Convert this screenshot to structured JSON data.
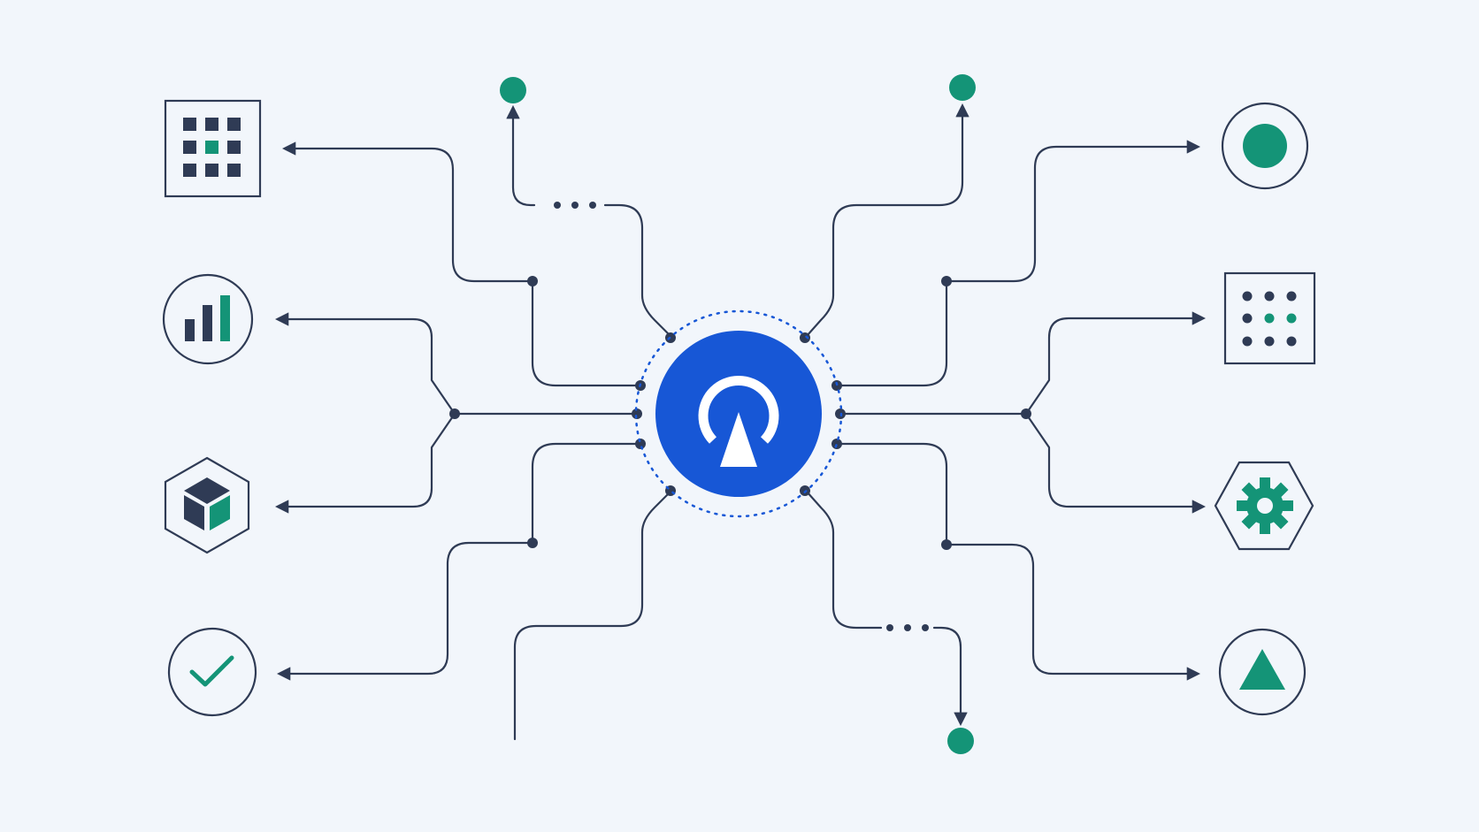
{
  "colors": {
    "background": "#f2f6fb",
    "line": "#2f3b55",
    "hub": "#1757d6",
    "teal": "#149477",
    "dark": "#2f3b55",
    "white": "#ffffff"
  },
  "hub": {
    "icon": "gauge-arrow-icon"
  },
  "left_nodes": [
    {
      "name": "grid-app-icon",
      "shape": "square"
    },
    {
      "name": "bar-chart-icon",
      "shape": "circle"
    },
    {
      "name": "cube-icon",
      "shape": "hexagon"
    },
    {
      "name": "checkmark-icon",
      "shape": "circle"
    }
  ],
  "right_nodes": [
    {
      "name": "record-dot-icon",
      "shape": "circle"
    },
    {
      "name": "dot-grid-icon",
      "shape": "square"
    },
    {
      "name": "gear-icon",
      "shape": "hexagon"
    },
    {
      "name": "triangle-icon",
      "shape": "circle"
    }
  ],
  "terminal_dots": [
    "top-left-terminal",
    "top-right-terminal",
    "bottom-terminal"
  ]
}
